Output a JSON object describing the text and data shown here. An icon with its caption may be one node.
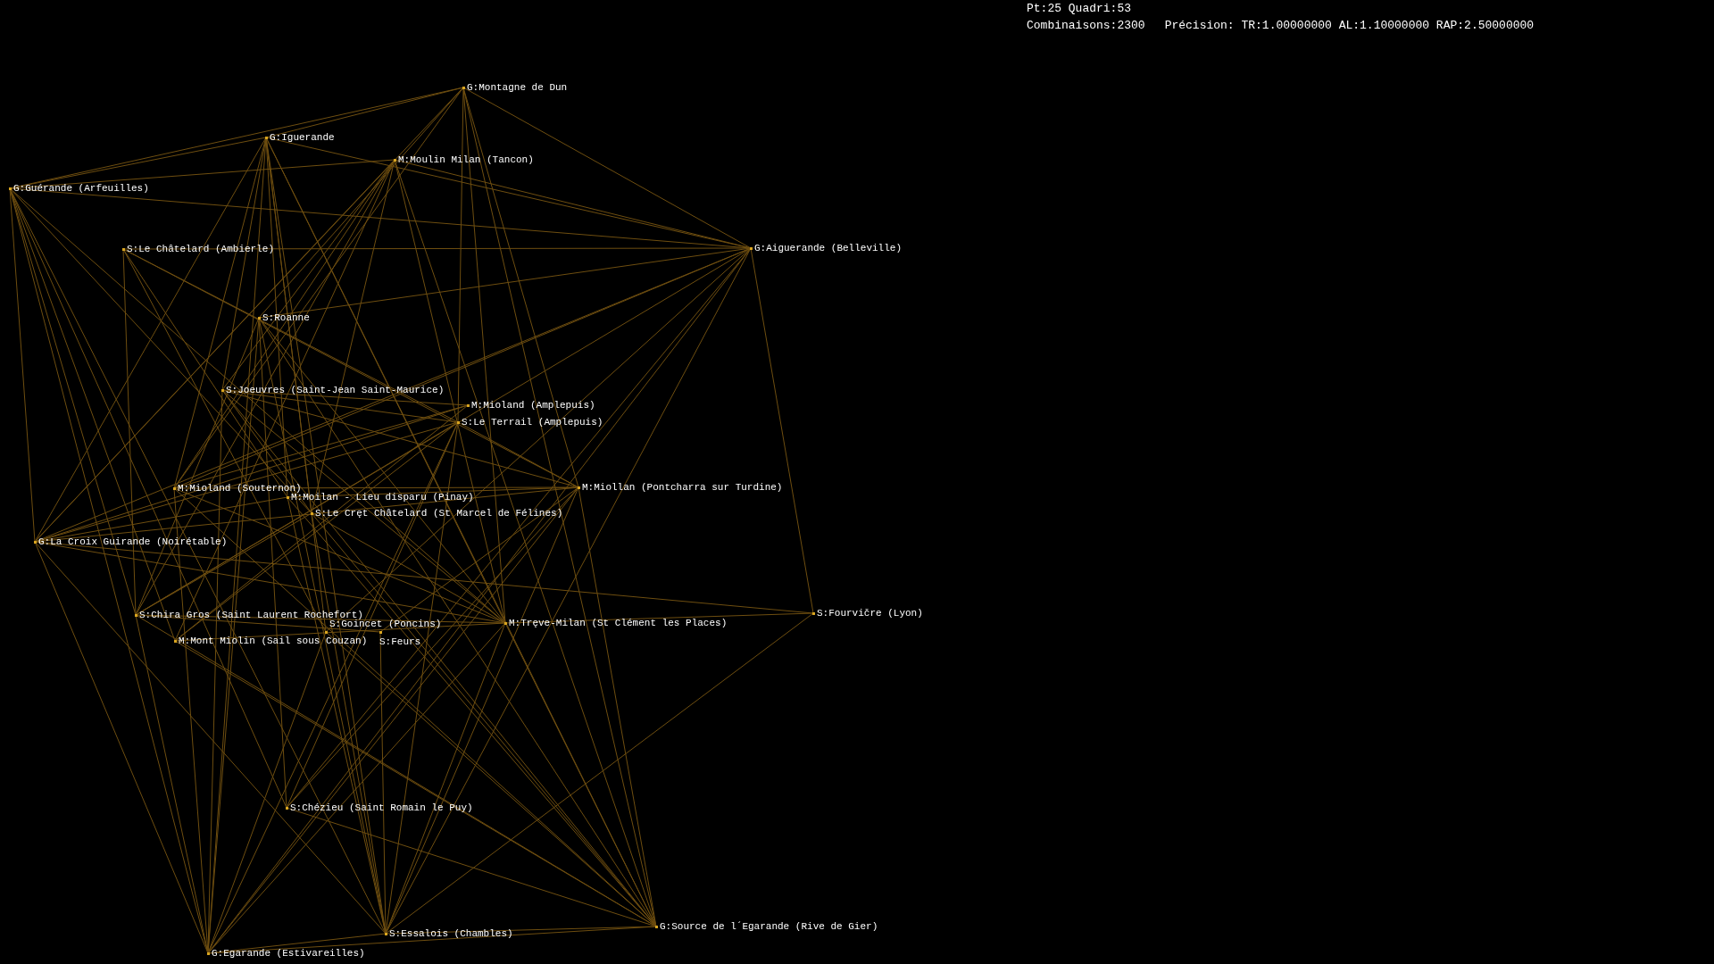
{
  "diagram": {
    "nodes": [
      {
        "text": [
          "G:Montagne de Dun"
        ]
      },
      {
        "text": [
          "G:Iguerande"
        ]
      },
      {
        "text": [
          "M:Moulin Milan (Tancon)"
        ]
      },
      {
        "text": [
          "G:Guérande (Arfeuilles)"
        ]
      },
      {
        "text": [
          "S:Le Châtelard (Ambierle)"
        ]
      },
      {
        "text": [
          "G:Aiguerande (Belleville)"
        ]
      },
      {
        "text": [
          "S:Roanne"
        ]
      },
      {
        "text": [
          "S:Joeuvres (Saint-Jean Saint-Maurice)"
        ]
      },
      {
        "text": [
          "M:Mioland (Amplepuis)"
        ]
      },
      {
        "text": [
          "S:Le Terrail (Amplepuis)"
        ]
      },
      {
        "text": [
          "M:Mioland (Souternon)"
        ]
      },
      {
        "text": [
          "M:Moilan - Lieu disparu (Pinay)"
        ]
      },
      {
        "text": [
          "S:Le Cręt Châtelard (St Marcel de Félines)"
        ]
      },
      {
        "text": [
          "M:Miollan (Pontcharra sur Turdine)"
        ]
      },
      {
        "text": [
          "G:La Croix Guirande (Noirétable)"
        ]
      },
      {
        "text": [
          "S:Chira Gros (Saint Laurent Rochefort)"
        ]
      },
      {
        "text": [
          "M:Mont Miolin (Sail sous Couzan)"
        ]
      },
      {
        "text": [
          "S:Goincet (Poncins)"
        ]
      },
      {
        "text": [
          "S:Feurs"
        ]
      },
      {
        "text": [
          "M:Tręve-Milan (St Clément les Places)"
        ]
      },
      {
        "text": [
          "S:Fourvičre (Lyon)"
        ]
      },
      {
        "text": [
          "S:Chézieu (Saint Romain le Puy)"
        ]
      },
      {
        "text": [
          "S:Essalois (Chambles)"
        ]
      },
      {
        "text": [
          "G:Source de l´Egarande (Rive de Gier)"
        ]
      },
      {
        "text": [
          "G:Egarande (Estivareilles)"
        ]
      }
    ],
    "edges": [
      {
        "from": 0,
        "to": 1,
        "arrow": "none"
      },
      {
        "from": 0,
        "to": 3,
        "arrow": "none"
      },
      {
        "from": 0,
        "to": 5,
        "arrow": "none"
      },
      {
        "from": 0,
        "to": 6,
        "arrow": "none"
      },
      {
        "from": 0,
        "to": 9,
        "arrow": "none"
      },
      {
        "from": 0,
        "to": 13,
        "arrow": "none"
      },
      {
        "from": 0,
        "to": 19,
        "arrow": "none"
      },
      {
        "from": 0,
        "to": 23,
        "arrow": "none"
      },
      {
        "from": 0,
        "to": 10,
        "arrow": "none"
      },
      {
        "from": 0,
        "to": 14,
        "arrow": "none"
      },
      {
        "from": 1,
        "to": 3,
        "arrow": "none"
      },
      {
        "from": 1,
        "to": 5,
        "arrow": "none"
      },
      {
        "from": 1,
        "to": 7,
        "arrow": "none"
      },
      {
        "from": 1,
        "to": 10,
        "arrow": "none"
      },
      {
        "from": 1,
        "to": 11,
        "arrow": "none"
      },
      {
        "from": 1,
        "to": 12,
        "arrow": "none"
      },
      {
        "from": 1,
        "to": 17,
        "arrow": "none"
      },
      {
        "from": 1,
        "to": 19,
        "arrow": "none"
      },
      {
        "from": 1,
        "to": 23,
        "arrow": "none"
      },
      {
        "from": 1,
        "to": 24,
        "arrow": "none"
      },
      {
        "from": 1,
        "to": 22,
        "arrow": "none"
      },
      {
        "from": 1,
        "to": 14,
        "arrow": "none"
      },
      {
        "from": 2,
        "to": 3,
        "arrow": "none"
      },
      {
        "from": 2,
        "to": 5,
        "arrow": "none"
      },
      {
        "from": 2,
        "to": 7,
        "arrow": "none"
      },
      {
        "from": 2,
        "to": 14,
        "arrow": "none"
      },
      {
        "from": 2,
        "to": 15,
        "arrow": "none"
      },
      {
        "from": 2,
        "to": 16,
        "arrow": "none"
      },
      {
        "from": 2,
        "to": 19,
        "arrow": "none"
      },
      {
        "from": 2,
        "to": 23,
        "arrow": "none"
      },
      {
        "from": 2,
        "to": 10,
        "arrow": "none"
      },
      {
        "from": 2,
        "to": 12,
        "arrow": "none"
      },
      {
        "from": 3,
        "to": 5,
        "arrow": "none"
      },
      {
        "from": 3,
        "to": 14,
        "arrow": "none"
      },
      {
        "from": 3,
        "to": 15,
        "arrow": "none"
      },
      {
        "from": 3,
        "to": 16,
        "arrow": "none"
      },
      {
        "from": 3,
        "to": 19,
        "arrow": "none"
      },
      {
        "from": 3,
        "to": 21,
        "arrow": "none"
      },
      {
        "from": 3,
        "to": 24,
        "arrow": "none"
      },
      {
        "from": 3,
        "to": 12,
        "arrow": "none"
      },
      {
        "from": 3,
        "to": 22,
        "arrow": "none"
      },
      {
        "from": 4,
        "to": 5,
        "arrow": "none"
      },
      {
        "from": 4,
        "to": 9,
        "arrow": "none"
      },
      {
        "from": 4,
        "to": 17,
        "arrow": "none"
      },
      {
        "from": 4,
        "to": 15,
        "arrow": "none"
      },
      {
        "from": 4,
        "to": 13,
        "arrow": "none"
      },
      {
        "from": 4,
        "to": 11,
        "arrow": "none"
      },
      {
        "from": 5,
        "to": 6,
        "arrow": "none"
      },
      {
        "from": 5,
        "to": 14,
        "arrow": "none"
      },
      {
        "from": 5,
        "to": 15,
        "arrow": "none"
      },
      {
        "from": 5,
        "to": 20,
        "arrow": "none"
      },
      {
        "from": 5,
        "to": 22,
        "arrow": "none"
      },
      {
        "from": 5,
        "to": 24,
        "arrow": "none"
      },
      {
        "from": 5,
        "to": 21,
        "arrow": "none"
      },
      {
        "from": 5,
        "to": 10,
        "arrow": "none"
      },
      {
        "from": 5,
        "to": 17,
        "arrow": "none"
      },
      {
        "from": 6,
        "to": 15,
        "arrow": "none"
      },
      {
        "from": 6,
        "to": 19,
        "arrow": "none"
      },
      {
        "from": 6,
        "to": 21,
        "arrow": "none"
      },
      {
        "from": 6,
        "to": 22,
        "arrow": "none"
      },
      {
        "from": 6,
        "to": 24,
        "arrow": "none"
      },
      {
        "from": 6,
        "to": 23,
        "arrow": "none"
      },
      {
        "from": 7,
        "to": 8,
        "arrow": "none"
      },
      {
        "from": 7,
        "to": 9,
        "arrow": "none"
      },
      {
        "from": 7,
        "to": 19,
        "arrow": "none"
      },
      {
        "from": 7,
        "to": 24,
        "arrow": "none"
      },
      {
        "from": 7,
        "to": 13,
        "arrow": "none"
      },
      {
        "from": 7,
        "to": 23,
        "arrow": "none"
      },
      {
        "from": 7,
        "to": 12,
        "arrow": "none"
      },
      {
        "from": 8,
        "to": 14,
        "arrow": "none"
      },
      {
        "from": 8,
        "to": 16,
        "arrow": "none"
      },
      {
        "from": 8,
        "to": 10,
        "arrow": "none"
      },
      {
        "from": 9,
        "to": 14,
        "arrow": "none"
      },
      {
        "from": 9,
        "to": 15,
        "arrow": "none"
      },
      {
        "from": 9,
        "to": 16,
        "arrow": "none"
      },
      {
        "from": 9,
        "to": 21,
        "arrow": "none"
      },
      {
        "from": 9,
        "to": 24,
        "arrow": "none"
      },
      {
        "from": 9,
        "to": 13,
        "arrow": "none"
      },
      {
        "from": 9,
        "to": 22,
        "arrow": "none"
      },
      {
        "from": 10,
        "to": 13,
        "arrow": "none"
      },
      {
        "from": 10,
        "to": 24,
        "arrow": "none"
      },
      {
        "from": 10,
        "to": 19,
        "arrow": "none"
      },
      {
        "from": 10,
        "to": 23,
        "arrow": "none"
      },
      {
        "from": 11,
        "to": 13,
        "arrow": "none"
      },
      {
        "from": 11,
        "to": 22,
        "arrow": "none"
      },
      {
        "from": 11,
        "to": 23,
        "arrow": "none"
      },
      {
        "from": 11,
        "to": 14,
        "arrow": "none"
      },
      {
        "from": 12,
        "to": 19,
        "arrow": "none"
      },
      {
        "from": 12,
        "to": 22,
        "arrow": "none"
      },
      {
        "from": 12,
        "to": 23,
        "arrow": "none"
      },
      {
        "from": 12,
        "to": 15,
        "arrow": "none"
      },
      {
        "from": 13,
        "to": 14,
        "arrow": "none"
      },
      {
        "from": 13,
        "to": 22,
        "arrow": "none"
      },
      {
        "from": 13,
        "to": 23,
        "arrow": "none"
      },
      {
        "from": 13,
        "to": 24,
        "arrow": "none"
      },
      {
        "from": 14,
        "to": 19,
        "arrow": "none"
      },
      {
        "from": 14,
        "to": 22,
        "arrow": "none"
      },
      {
        "from": 14,
        "to": 24,
        "arrow": "none"
      },
      {
        "from": 14,
        "to": 20,
        "arrow": "none"
      },
      {
        "from": 15,
        "to": 19,
        "arrow": "none"
      },
      {
        "from": 15,
        "to": 23,
        "arrow": "none"
      },
      {
        "from": 15,
        "to": 24,
        "arrow": "none"
      },
      {
        "from": 16,
        "to": 19,
        "arrow": "none"
      },
      {
        "from": 16,
        "to": 23,
        "arrow": "none"
      },
      {
        "from": 17,
        "to": 23,
        "arrow": "none"
      },
      {
        "from": 17,
        "to": 24,
        "arrow": "none"
      },
      {
        "from": 18,
        "to": 15,
        "arrow": "none"
      },
      {
        "from": 18,
        "to": 22,
        "arrow": "none"
      },
      {
        "from": 18,
        "to": 13,
        "arrow": "none"
      },
      {
        "from": 19,
        "to": 20,
        "arrow": "none"
      },
      {
        "from": 19,
        "to": 22,
        "arrow": "none"
      },
      {
        "from": 19,
        "to": 23,
        "arrow": "none"
      },
      {
        "from": 19,
        "to": 24,
        "arrow": "none"
      },
      {
        "from": 20,
        "to": 22,
        "arrow": "none"
      },
      {
        "from": 21,
        "to": 23,
        "arrow": "none"
      },
      {
        "from": 21,
        "to": 13,
        "arrow": "none"
      },
      {
        "from": 22,
        "to": 23,
        "arrow": "none"
      },
      {
        "from": 22,
        "to": 24,
        "arrow": "none"
      },
      {
        "from": 23,
        "to": 24,
        "arrow": "none"
      }
    ],
    "labels": [
      "Pt:25 Quadri:53",
      "Combinaisons:2300",
      "Précision: TR:1.00000000 AL:1.10000000 RAP:2.50000000"
    ]
  }
}
